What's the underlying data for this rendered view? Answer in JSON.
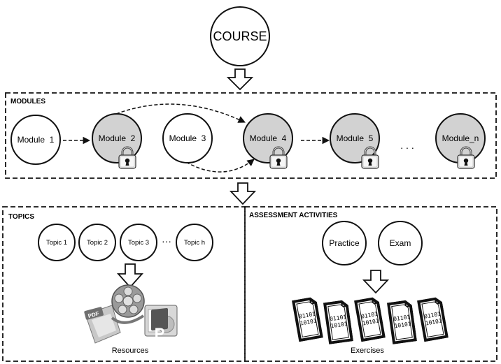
{
  "course": {
    "label": "COURSE"
  },
  "modules": {
    "title": "MODULES",
    "items": [
      {
        "label": "Module  1",
        "locked": false
      },
      {
        "label": "Module  2",
        "locked": true
      },
      {
        "label": "Module  3",
        "locked": false
      },
      {
        "label": "Module  4",
        "locked": true
      },
      {
        "label": "Module  5",
        "locked": true
      },
      {
        "label": "Module_n",
        "locked": true
      }
    ],
    "ellipsis": ". . ."
  },
  "topics": {
    "title": "TOPICS",
    "items": [
      "Topic 1",
      "Topic 2",
      "Topic 3",
      "Topic h"
    ],
    "ellipsis": "···",
    "resources_label": "Resources",
    "resource_icons": [
      "pdf-document-icon",
      "film-reel-icon",
      "powerpoint-icon"
    ]
  },
  "assessment": {
    "title": "ASSESSMENT ACTIVITIES",
    "items": [
      "Practice",
      "Exam"
    ],
    "exercises_label": "Exercises",
    "exercise_icon": "binary-file-icon",
    "binary_lines": [
      "01101",
      "10101"
    ]
  },
  "colors": {
    "locked_fill": "#d2d2d2",
    "stroke": "#111111",
    "background": "#ffffff"
  }
}
